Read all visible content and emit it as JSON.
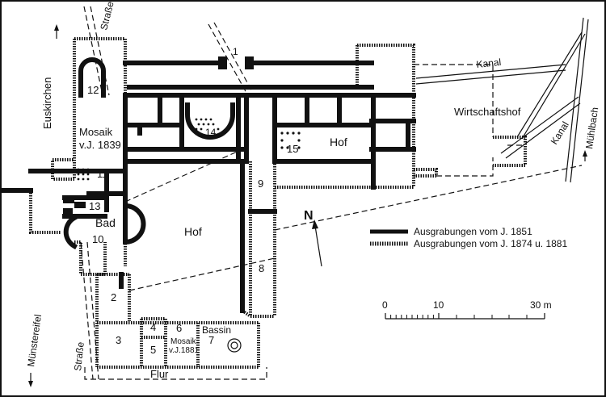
{
  "labels": {
    "strasse_top": "Straße",
    "strasse_bottom": "Straße",
    "euskirchen": "Euskirchen",
    "muenstereifel": "Münstereifel",
    "muehlbach": "Mühlbach",
    "kanal_top": "Kanal",
    "kanal_right": "Kanal",
    "wirtschaftshof": "Wirtschaftshof",
    "hof_main": "Hof",
    "hof_small": "Hof",
    "bad": "Bad",
    "bassin": "Bassin",
    "flur": "Flur",
    "mosaik_title": "Mosaik",
    "mosaik_year": "v.J. 1839",
    "mosaik6_title": "Mosaik",
    "mosaik6_year": "v.J.1881",
    "north": "N"
  },
  "rooms": [
    "1",
    "2",
    "3",
    "4",
    "5",
    "6",
    "7",
    "8",
    "9",
    "10",
    "11",
    "12",
    "13",
    "14",
    "15"
  ],
  "legend": {
    "item1": "Ausgrabungen vom J. 1851",
    "item2": "Ausgrabungen vom J. 1874 u. 1881"
  },
  "scale": {
    "tick0": "0",
    "tick10": "10",
    "tick30": "30 m"
  }
}
